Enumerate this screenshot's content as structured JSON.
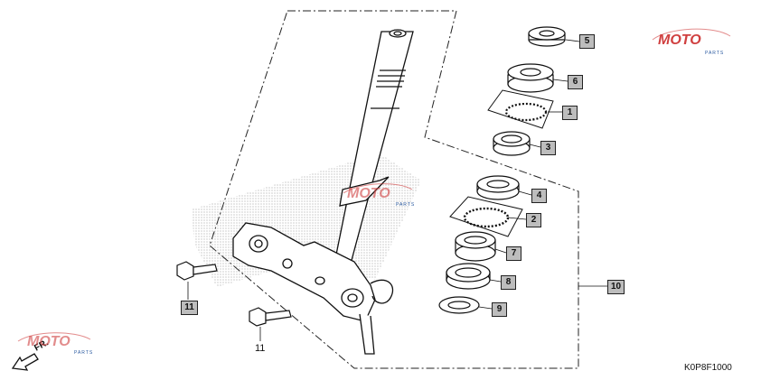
{
  "diagram": {
    "code": "K0P8F1000",
    "front_label": "FR.",
    "callouts": [
      "1",
      "2",
      "3",
      "4",
      "5",
      "6",
      "7",
      "8",
      "9",
      "10",
      "11"
    ],
    "plain_label": "11"
  },
  "watermark": {
    "brand": "MOTO",
    "sub": "PARTS"
  }
}
